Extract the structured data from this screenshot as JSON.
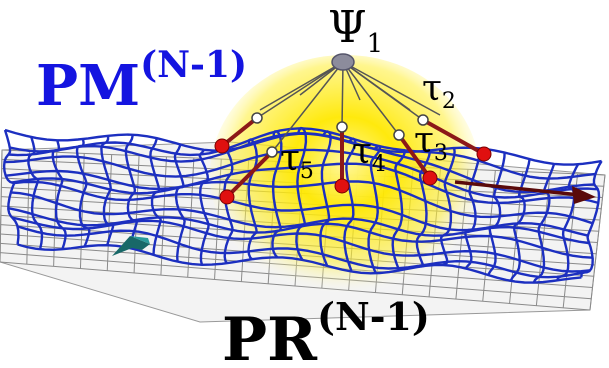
{
  "labels": {
    "psi": {
      "base": "Ψ",
      "sub": "1"
    },
    "manifold": {
      "base": "PM",
      "sup": "(N-1)"
    },
    "plane": {
      "base": "PR",
      "sup": "(N-1)"
    },
    "taus": [
      {
        "base": "τ",
        "sub": "2"
      },
      {
        "base": "τ",
        "sub": "3"
      },
      {
        "base": "τ",
        "sub": "4"
      },
      {
        "base": "τ",
        "sub": "5"
      }
    ]
  },
  "colors": {
    "plane_fill": "#f2f2f2",
    "plane_grid": "#8a8a8a",
    "mesh": "#1c2fc0",
    "glow": "#ffe000",
    "apex": "#8c8c9c",
    "rod": "#8c1818",
    "ball": "#e01010",
    "manifold_label": "#1414e0",
    "plane_label": "#000000",
    "arrow": "#5a0a0a",
    "left_arrow": "#1a6a6a"
  }
}
